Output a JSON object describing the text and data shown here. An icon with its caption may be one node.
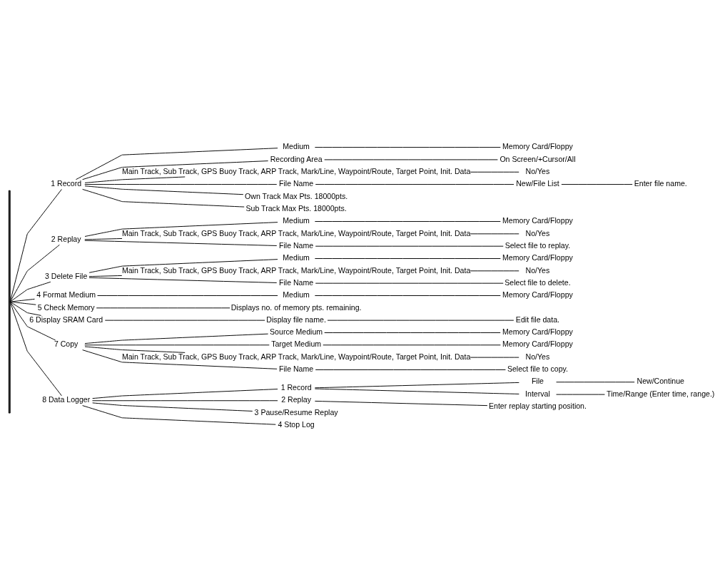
{
  "diagram": {
    "nodes": [
      {
        "text": [
          "1 Record"
        ]
      },
      {
        "text": [
          "Medium"
        ]
      },
      {
        "text": [
          "Memory Card/Floppy"
        ]
      },
      {
        "text": [
          "Recording Area"
        ]
      },
      {
        "text": [
          "On Screen/+Cursor/All"
        ]
      },
      {
        "text": [
          "Main Track, Sub Track, GPS Buoy Track, ARP Track, Mark/Line, Waypoint/Route, Target Point, Init. Data"
        ]
      },
      {
        "text": [
          "No/Yes"
        ]
      },
      {
        "text": [
          "File Name"
        ]
      },
      {
        "text": [
          "New/File List"
        ]
      },
      {
        "text": [
          "Enter file name."
        ]
      },
      {
        "text": [
          "Own Track Max Pts. 18000pts."
        ]
      },
      {
        "text": [
          "Sub Track Max Pts. 18000pts."
        ]
      },
      {
        "text": [
          "2 Replay"
        ]
      },
      {
        "text": [
          "Medium"
        ]
      },
      {
        "text": [
          "Memory Card/Floppy"
        ]
      },
      {
        "text": [
          "Main Track, Sub Track, GPS Buoy Track, ARP Track, Mark/Line, Waypoint/Route, Target Point, Init. Data"
        ]
      },
      {
        "text": [
          "No/Yes"
        ]
      },
      {
        "text": [
          "File Name"
        ]
      },
      {
        "text": [
          "Select file to replay."
        ]
      },
      {
        "text": [
          "3 Delete File"
        ]
      },
      {
        "text": [
          "Medium"
        ]
      },
      {
        "text": [
          "Memory Card/Floppy"
        ]
      },
      {
        "text": [
          "Main Track, Sub Track, GPS Buoy Track, ARP Track, Mark/Line, Waypoint/Route, Target Point, Init. Data"
        ]
      },
      {
        "text": [
          "No/Yes"
        ]
      },
      {
        "text": [
          "File Name"
        ]
      },
      {
        "text": [
          "Select file to delete."
        ]
      },
      {
        "text": [
          "4 Format Medium"
        ]
      },
      {
        "text": [
          "Medium"
        ]
      },
      {
        "text": [
          "Memory Card/Floppy"
        ]
      },
      {
        "text": [
          "5 Check Memory"
        ]
      },
      {
        "text": [
          "Displays no. of memory pts. remaining."
        ]
      },
      {
        "text": [
          "6 Display SRAM Card"
        ]
      },
      {
        "text": [
          "Display file name."
        ]
      },
      {
        "text": [
          "Edit file data."
        ]
      },
      {
        "text": [
          "7 Copy"
        ]
      },
      {
        "text": [
          "Source Medium"
        ]
      },
      {
        "text": [
          "Memory Card/Floppy"
        ]
      },
      {
        "text": [
          "Target Medium"
        ]
      },
      {
        "text": [
          "Memory Card/Floppy"
        ]
      },
      {
        "text": [
          "Main Track, Sub Track, GPS Buoy Track, ARP Track, Mark/Line, Waypoint/Route, Target Point, Init. Data"
        ]
      },
      {
        "text": [
          "No/Yes"
        ]
      },
      {
        "text": [
          "File Name"
        ]
      },
      {
        "text": [
          "Select file to copy."
        ]
      },
      {
        "text": [
          "8 Data Logger"
        ]
      },
      {
        "text": [
          "1 Record"
        ]
      },
      {
        "text": [
          "File"
        ]
      },
      {
        "text": [
          "New/Continue"
        ]
      },
      {
        "text": [
          "Interval"
        ]
      },
      {
        "text": [
          "Time/Range (Enter time, range.)"
        ]
      },
      {
        "text": [
          "2 Replay"
        ]
      },
      {
        "text": [
          "Enter replay starting position."
        ]
      },
      {
        "text": [
          "3 Pause/Resume Replay"
        ]
      },
      {
        "text": [
          "4 Stop Log"
        ]
      },
      {
        "text": [],
        "shape": "bar"
      }
    ],
    "edges": [
      {
        "from": 53,
        "to": 0,
        "arrow": "none"
      },
      {
        "from": 0,
        "to": 1,
        "arrow": "none"
      },
      {
        "from": 1,
        "to": 2,
        "arrow": "none"
      },
      {
        "from": 0,
        "to": 3,
        "arrow": "none"
      },
      {
        "from": 3,
        "to": 4,
        "arrow": "none"
      },
      {
        "from": 0,
        "to": 5,
        "arrow": "none"
      },
      {
        "from": 5,
        "to": 6,
        "arrow": "none"
      },
      {
        "from": 0,
        "to": 7,
        "arrow": "none"
      },
      {
        "from": 7,
        "to": 8,
        "arrow": "none"
      },
      {
        "from": 8,
        "to": 9,
        "arrow": "none"
      },
      {
        "from": 0,
        "to": 10,
        "arrow": "none"
      },
      {
        "from": 0,
        "to": 11,
        "arrow": "none"
      },
      {
        "from": 53,
        "to": 12,
        "arrow": "none"
      },
      {
        "from": 12,
        "to": 13,
        "arrow": "none"
      },
      {
        "from": 13,
        "to": 14,
        "arrow": "none"
      },
      {
        "from": 12,
        "to": 15,
        "arrow": "none"
      },
      {
        "from": 15,
        "to": 16,
        "arrow": "none"
      },
      {
        "from": 12,
        "to": 17,
        "arrow": "none"
      },
      {
        "from": 17,
        "to": 18,
        "arrow": "none"
      },
      {
        "from": 53,
        "to": 19,
        "arrow": "none"
      },
      {
        "from": 19,
        "to": 20,
        "arrow": "none"
      },
      {
        "from": 20,
        "to": 21,
        "arrow": "none"
      },
      {
        "from": 19,
        "to": 22,
        "arrow": "none"
      },
      {
        "from": 22,
        "to": 23,
        "arrow": "none"
      },
      {
        "from": 19,
        "to": 24,
        "arrow": "none"
      },
      {
        "from": 24,
        "to": 25,
        "arrow": "none"
      },
      {
        "from": 53,
        "to": 26,
        "arrow": "none"
      },
      {
        "from": 26,
        "to": 27,
        "arrow": "none"
      },
      {
        "from": 27,
        "to": 28,
        "arrow": "none"
      },
      {
        "from": 53,
        "to": 29,
        "arrow": "none"
      },
      {
        "from": 29,
        "to": 30,
        "arrow": "none"
      },
      {
        "from": 53,
        "to": 31,
        "arrow": "none"
      },
      {
        "from": 31,
        "to": 32,
        "arrow": "none"
      },
      {
        "from": 32,
        "to": 33,
        "arrow": "none"
      },
      {
        "from": 53,
        "to": 34,
        "arrow": "none"
      },
      {
        "from": 34,
        "to": 35,
        "arrow": "none"
      },
      {
        "from": 35,
        "to": 36,
        "arrow": "none"
      },
      {
        "from": 34,
        "to": 37,
        "arrow": "none"
      },
      {
        "from": 37,
        "to": 38,
        "arrow": "none"
      },
      {
        "from": 34,
        "to": 39,
        "arrow": "none"
      },
      {
        "from": 39,
        "to": 40,
        "arrow": "none"
      },
      {
        "from": 34,
        "to": 41,
        "arrow": "none"
      },
      {
        "from": 41,
        "to": 42,
        "arrow": "none"
      },
      {
        "from": 53,
        "to": 43,
        "arrow": "none"
      },
      {
        "from": 43,
        "to": 44,
        "arrow": "none"
      },
      {
        "from": 44,
        "to": 45,
        "arrow": "none"
      },
      {
        "from": 45,
        "to": 46,
        "arrow": "none"
      },
      {
        "from": 44,
        "to": 47,
        "arrow": "none"
      },
      {
        "from": 47,
        "to": 48,
        "arrow": "none"
      },
      {
        "from": 43,
        "to": 49,
        "arrow": "none"
      },
      {
        "from": 49,
        "to": 50,
        "arrow": "none"
      },
      {
        "from": 43,
        "to": 51,
        "arrow": "none"
      },
      {
        "from": 43,
        "to": 52,
        "arrow": "none"
      }
    ]
  }
}
